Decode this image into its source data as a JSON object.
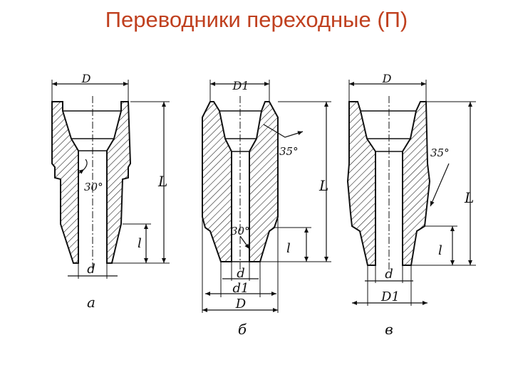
{
  "slide": {
    "title": "Переводники переходные (П)",
    "title_color": "#c0401f"
  },
  "drawings": {
    "a": {
      "caption": "а",
      "top_dim": "D",
      "overall_dim": "L",
      "thread_dim": "l",
      "bore_dim": "d",
      "angle": "30°"
    },
    "b": {
      "caption": "б",
      "top_dim": "D1",
      "overall_dim": "L",
      "thread_dim": "l",
      "bore_dim": "d",
      "pin_dim": "d1",
      "outer_dim": "D",
      "angle_top": "35°",
      "angle_bottom": "30°"
    },
    "v": {
      "caption": "в",
      "top_dim": "D",
      "overall_dim": "L",
      "thread_dim": "l",
      "bore_dim": "d",
      "outer_dim": "D1",
      "angle": "35°"
    }
  }
}
